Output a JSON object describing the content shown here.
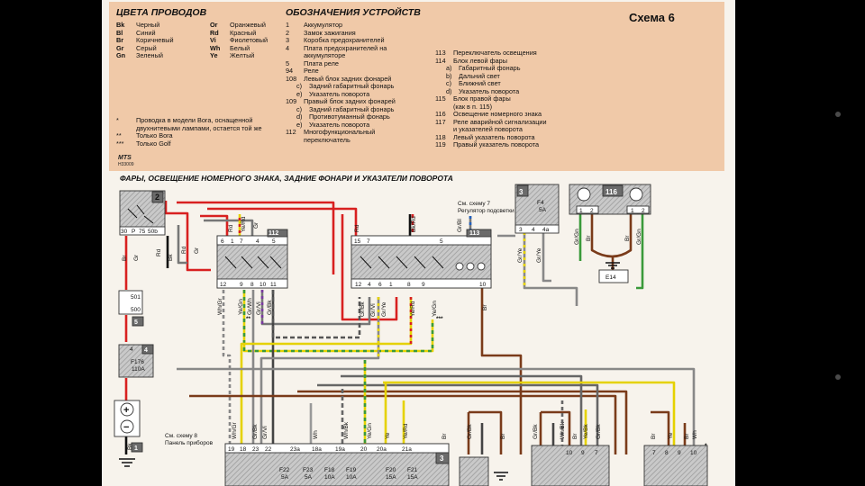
{
  "scheme_title": "Схема 6",
  "wire_colors": {
    "title": "ЦВЕТА ПРОВОДОВ",
    "left": [
      {
        "code": "Bk",
        "name": "Черный"
      },
      {
        "code": "Bl",
        "name": "Синий"
      },
      {
        "code": "Br",
        "name": "Коричневый"
      },
      {
        "code": "Gr",
        "name": "Серый"
      },
      {
        "code": "Gn",
        "name": "Зеленый"
      }
    ],
    "right": [
      {
        "code": "Or",
        "name": "Оранжевый"
      },
      {
        "code": "Rd",
        "name": "Красный"
      },
      {
        "code": "Vi",
        "name": "Фиолетовый"
      },
      {
        "code": "Wh",
        "name": "Белый"
      },
      {
        "code": "Ye",
        "name": "Желтый"
      }
    ]
  },
  "notes": [
    {
      "mark": "*",
      "text": "Проводка в модели Bora, оснащенной двухнитевыми лампами, остается той же"
    },
    {
      "mark": "**",
      "text": "Только Bora"
    },
    {
      "mark": "***",
      "text": "Только Golf"
    }
  ],
  "devices": {
    "title": "ОБОЗНАЧЕНИЯ УСТРОЙСТВ",
    "col1": [
      {
        "num": "1",
        "text": "Аккумулятор"
      },
      {
        "num": "2",
        "text": "Замок зажигания"
      },
      {
        "num": "3",
        "text": "Коробка предохранителей"
      },
      {
        "num": "4",
        "text": "Плата предохранителей на"
      },
      {
        "num": "",
        "text": "аккумуляторе"
      },
      {
        "num": "5",
        "text": "Плата реле"
      },
      {
        "num": "94",
        "text": "Реле"
      },
      {
        "num": "108",
        "text": "Левый блок задних фонарей"
      },
      {
        "num": "c)",
        "text": "Задний габаритный фонарь",
        "sub": true
      },
      {
        "num": "e)",
        "text": "Указатель поворота",
        "sub": true
      },
      {
        "num": "109",
        "text": "Правый блок задних фонарей"
      },
      {
        "num": "c)",
        "text": "Задний габаритный фонарь",
        "sub": true
      },
      {
        "num": "d)",
        "text": "Противотуманный фонарь",
        "sub": true
      },
      {
        "num": "e)",
        "text": "Указатель поворота",
        "sub": true
      },
      {
        "num": "112",
        "text": "Многофункциональный"
      },
      {
        "num": "",
        "text": "переключатель"
      }
    ],
    "col2": [
      {
        "num": "113",
        "text": "Переключатель освещения"
      },
      {
        "num": "114",
        "text": "Блок левой фары"
      },
      {
        "num": "a)",
        "text": "Габаритный фонарь",
        "sub": true
      },
      {
        "num": "b)",
        "text": "Дальний свет",
        "sub": true
      },
      {
        "num": "c)",
        "text": "Ближний свет",
        "sub": true
      },
      {
        "num": "d)",
        "text": "Указатель поворота",
        "sub": true
      },
      {
        "num": "115",
        "text": "Блок правой фары"
      },
      {
        "num": "",
        "text": "(как в п. 115)"
      },
      {
        "num": "116",
        "text": "Освещение номерного знака"
      },
      {
        "num": "117",
        "text": "Реле аварийной сигнализации"
      },
      {
        "num": "",
        "text": "и указателей поворота"
      },
      {
        "num": "118",
        "text": "Левый указатель поворота"
      },
      {
        "num": "119",
        "text": "Правый указатель поворота"
      }
    ]
  },
  "publisher": {
    "brand": "MTS",
    "code": "H33009"
  },
  "diagram_title": "ФАРЫ, ОСВЕЩЕНИЕ НОМЕРНОГО ЗНАКА, ЗАДНИЕ ФОНАРИ И УКАЗАТЕЛИ ПОВОРОТА",
  "components": {
    "ignition_switch": {
      "num": "2",
      "pins": [
        "30",
        "P",
        "75",
        "50b"
      ]
    },
    "relay_plate": {
      "num": "5",
      "pins": [
        "501",
        "500"
      ]
    },
    "fuse_plate": {
      "num": "4",
      "pin": "4",
      "fuse": "F176",
      "rating": "110A"
    },
    "battery": {
      "num": "1",
      "plus": "+",
      "minus": "−"
    },
    "multiswitch": {
      "num": "112",
      "top_pins": [
        "6",
        "1",
        "7",
        "4",
        "5"
      ],
      "bottom_pins": [
        "12",
        "9",
        "8",
        "10",
        "11"
      ]
    },
    "light_switch": {
      "num": "113",
      "top_pins": [
        "15",
        "7",
        "5"
      ],
      "bottom_pins": [
        "12",
        "4",
        "6",
        "1",
        "8",
        "9",
        "10"
      ]
    },
    "fusebox_top": {
      "num": "3",
      "pins": [
        "3",
        "4",
        "4a"
      ],
      "fuse": "F4",
      "rating": "5A"
    },
    "plate_light": {
      "num": "116",
      "pins": [
        "1",
        "2",
        "1",
        "2"
      ]
    },
    "ground_label": "E14",
    "note_scheme7": "См. схему 7",
    "note_dimmer": "Регулятор подсветки",
    "note_scheme8": "См. схему 8",
    "note_panel": "Панель приборов",
    "fusebox_bottom": {
      "num": "3",
      "pins": [
        "19",
        "18",
        "23",
        "22",
        "23a",
        "18a",
        "19a",
        "20",
        "20a",
        "21a"
      ],
      "fuses": [
        {
          "name": "F22",
          "rating": "5A"
        },
        {
          "name": "F23",
          "rating": "5A"
        },
        {
          "name": "F18",
          "rating": "10A"
        },
        {
          "name": "F19",
          "rating": "10A"
        },
        {
          "name": "F20",
          "rating": "15A"
        },
        {
          "name": "F21",
          "rating": "15A"
        }
      ]
    },
    "lamp_pins": [
      "10",
      "9",
      "7",
      "8",
      "9",
      "10",
      "7"
    ]
  },
  "wire_labels": {
    "ign_left": [
      "Br",
      "Gr",
      "Rd",
      "Bk"
    ],
    "ign_mid": [
      "Rd",
      "Gr"
    ],
    "ms_top": [
      "Rd",
      "Ye/Rd",
      "Gr"
    ],
    "ms_bottom": [
      "Wh/Gr",
      "Ye/Gn",
      "Gr/Wh",
      "Gr/Vi",
      "Gr/Bk"
    ],
    "ls_top": [
      "Rd",
      "Bk/Rd",
      "Gr/Bl"
    ],
    "ls_bottom": [
      "Gr/Bk",
      "Gr/Vi",
      "Gr/Ye",
      "Ye/Rd",
      "Ye/Gn"
    ],
    "ls_br": "Br",
    "fb_top": [
      "Gr/Ye",
      "Gr/Ye"
    ],
    "plate": [
      "Gr/Gn",
      "Br",
      "Br",
      "Gr/Gn"
    ],
    "plate_br": [
      "Br",
      "Br"
    ],
    "ls_bl_mark": "Gr/Bl",
    "fuse_block": [
      "Wh/Gr",
      "Gr/Bk",
      "Gr/Vi",
      "Wh",
      "Wh/Bk",
      "Ye/Gn",
      "Ye/Rd",
      "Ye"
    ],
    "lamps": [
      "Br",
      "Gr/Bk",
      "Br",
      "Gr/Bk",
      "Wh/Bk",
      "Br",
      "Ye/Bk",
      "Gr/Bk",
      "Br",
      "Ye",
      "Br",
      "Wh"
    ],
    "battery_br": [
      "Br",
      "Bk"
    ],
    "stars": [
      "*",
      "**",
      "***"
    ]
  }
}
